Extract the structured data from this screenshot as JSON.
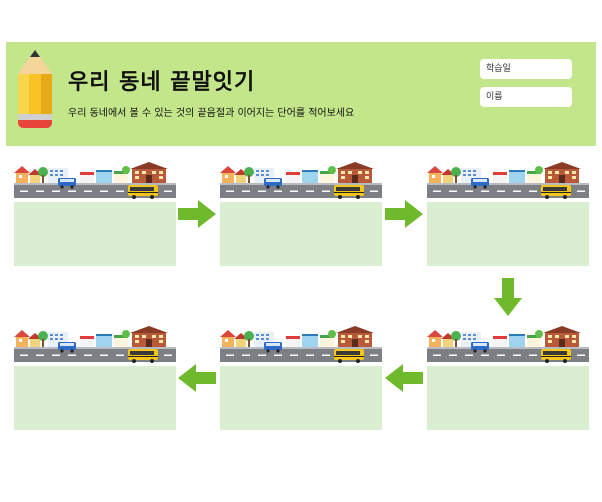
{
  "header": {
    "title": "우리 동네 끝말잇기",
    "subtitle": "우리 동네에서 볼 수 있는 것의 끝음절과 이어지는 단어를 적어보세요",
    "fields": {
      "class_label": "학습일",
      "name_label": "이름"
    }
  },
  "colors": {
    "header_bg": "#c4e68a",
    "card_box": "#daeed1",
    "arrow": "#6fba2c",
    "road": "#7c7f84"
  },
  "icons": {
    "pencil": "pencil-icon",
    "arrow_right": "arrow-right-icon",
    "arrow_left": "arrow-left-icon",
    "arrow_down": "arrow-down-icon"
  },
  "cards": [
    {
      "order": 1,
      "answer": ""
    },
    {
      "order": 2,
      "answer": ""
    },
    {
      "order": 3,
      "answer": ""
    },
    {
      "order": 4,
      "answer": ""
    },
    {
      "order": 5,
      "answer": ""
    },
    {
      "order": 6,
      "answer": ""
    }
  ]
}
